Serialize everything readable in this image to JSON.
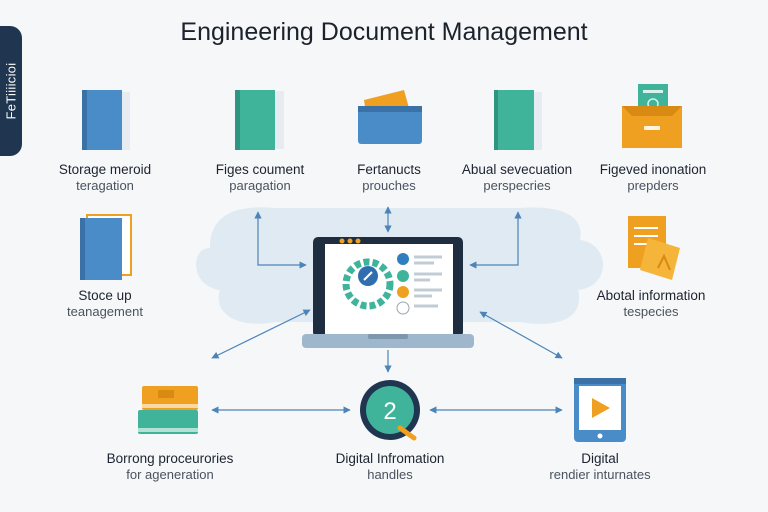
{
  "title": "Engineering Document Management",
  "side_tab": "FeTiiiicioi",
  "center_badge": "2",
  "nodes": {
    "storage_method": {
      "line1": "Storage meroid",
      "line2": "teragation"
    },
    "figes_document": {
      "line1": "Figes coument",
      "line2": "paragation"
    },
    "fernaucts": {
      "line1": "Fertanucts",
      "line2": "prouches"
    },
    "abual_sevecuation": {
      "line1": "Abual sevecuation",
      "line2": "perspecries"
    },
    "figeved_inonation": {
      "line1": "Figeved inonation",
      "line2": "prepders"
    },
    "stoce_up": {
      "line1": "Stoce up",
      "line2": "teanagement"
    },
    "abotal_information": {
      "line1": "Abotal information",
      "line2": "tespecies"
    },
    "borrong": {
      "line1": "Borrong proceurories",
      "line2": "for ageneration"
    },
    "digital_handles": {
      "line1": "Digital Infromation",
      "line2": "handles"
    },
    "digital_render": {
      "line1": "Digital",
      "line2": "rendier inturnates"
    }
  },
  "colors": {
    "blue": "#4a8cc7",
    "teal": "#3fb49a",
    "orange": "#f0a020",
    "navy": "#1f3550",
    "connector": "#4d84b7",
    "cloud": "#dfe9f1"
  }
}
